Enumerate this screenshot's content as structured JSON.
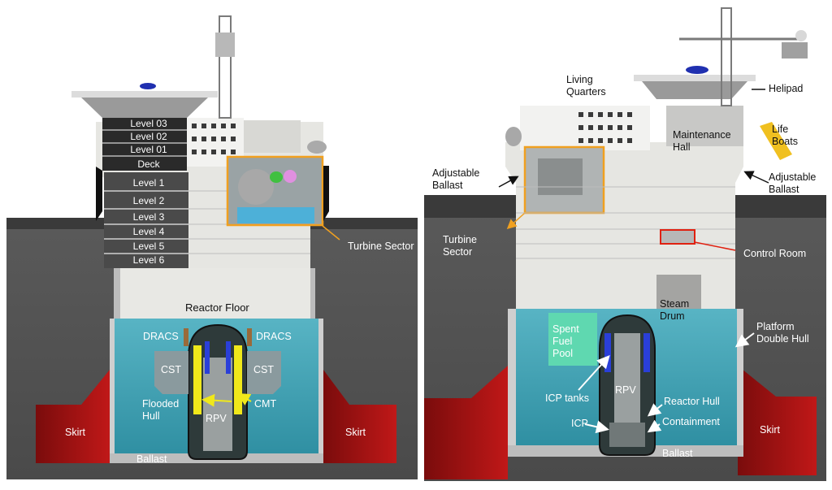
{
  "colors": {
    "water": "#3fa6b8",
    "hull": "#d6d6d2",
    "skirt": "#a01515",
    "ballast_line": "#1a1a1a",
    "sector_box": "#f0a020",
    "control_box": "#e02010",
    "cmt": "#f0e81a",
    "icp": "#2a3fd8",
    "spent_fuel": "#5fd8b0",
    "sea_surface": "#3c3c3c",
    "background_gray": "#545454"
  },
  "left_panel": {
    "levels": [
      "Level 03",
      "Level 02",
      "Level 01",
      "Deck",
      "Level 1",
      "Level 2",
      "Level 3",
      "Level 4",
      "Level 5",
      "Level 6"
    ],
    "labels": {
      "turbine_sector": "Turbine Sector",
      "reactor_floor": "Reactor Floor",
      "dracs_left": "DRACS",
      "dracs_right": "DRACS",
      "cst_left": "CST",
      "cst_right": "CST",
      "flooded_hull": "Flooded Hull",
      "cmt": "CMT",
      "rpv": "RPV",
      "skirt_left": "Skirt",
      "skirt_right": "Skirt",
      "ballast": "Ballast"
    }
  },
  "right_panel": {
    "labels": {
      "living_quarters": "Living Quarters",
      "helipad": "Helipad",
      "maintenance_hall": "Maintenance Hall",
      "life_boats": "Life Boats",
      "adjustable_ballast_left": "Adjustable Ballast",
      "adjustable_ballast_right": "Adjustable Ballast",
      "turbine_sector": "Turbine Sector",
      "control_room": "Control Room",
      "steam_drum": "Steam Drum",
      "platform_double_hull": "Platform Double Hull",
      "spent_fuel_pool": "Spent Fuel Pool",
      "icp_tanks": "ICP tanks",
      "rpv": "RPV",
      "reactor_hull": "Reactor Hull",
      "icp": "ICP",
      "containment": "Containment",
      "skirt": "Skirt",
      "ballast": "Ballast"
    }
  }
}
